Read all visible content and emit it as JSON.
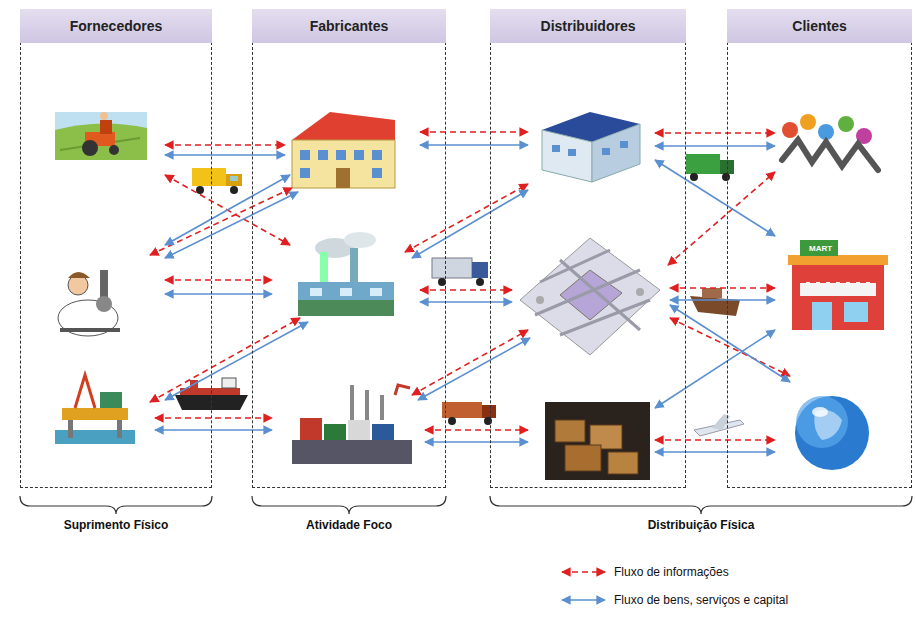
{
  "diagram": {
    "nodes": [
      {
        "text": [
          "Fornecedores"
        ]
      },
      {
        "text": [
          "Fabricantes"
        ]
      },
      {
        "text": [
          "Distribuidores"
        ]
      },
      {
        "text": [
          "Clientes"
        ]
      }
    ],
    "labels": [
      "MART",
      "Suprimento Físico",
      "Atividade Foco",
      "Distribuição Física"
    ],
    "legend": [
      {
        "text": "Fluxo de informações"
      },
      {
        "text": "Fluxo de bens, serviços e capital"
      }
    ]
  }
}
